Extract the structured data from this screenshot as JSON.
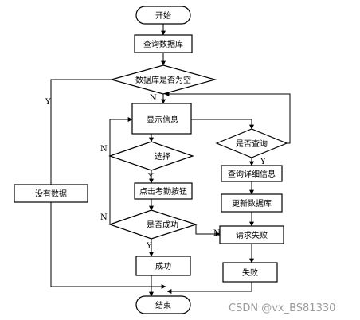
{
  "nodes": {
    "start": "开始",
    "query_db": "查询数据库",
    "db_empty": "数据库是否为空",
    "no_data": "没有数据",
    "show_info": "显示信息",
    "is_query": "是否查询",
    "select": "选择",
    "query_detail": "查询详细信息",
    "click_attend": "点击考勤按钮",
    "update_db": "更新数据库",
    "is_success": "是否成功",
    "request_fail": "请求失败",
    "success": "成功",
    "fail": "失败",
    "end": "结束"
  },
  "edge_labels": {
    "empty_yes": "Y",
    "empty_no": "N",
    "query_yes": "Y",
    "select_yes": "Y",
    "select_no": "N",
    "success_yes": "Y",
    "success_no_left": "N",
    "success_no_right": "N"
  },
  "watermark": "CSDN @vx_BS81330"
}
